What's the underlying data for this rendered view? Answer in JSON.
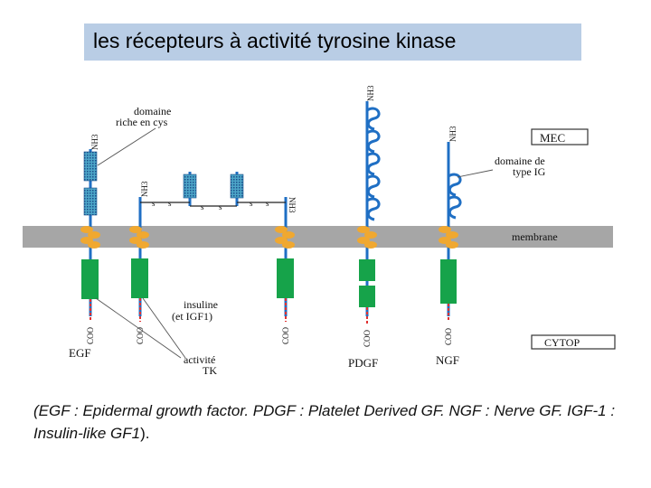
{
  "title": "les récepteurs à activité tyrosine kinase",
  "labels": {
    "cys_domain": [
      "domaine",
      "riche en cys"
    ],
    "mec": "MEC",
    "ig_domain": [
      "domaine de",
      "type IG"
    ],
    "membrane": "membrane",
    "insulin": [
      "insuline",
      "(et IGF1)"
    ],
    "tk_activity": [
      "activité",
      "TK"
    ],
    "cytop": "CYTOP",
    "egf": "EGF",
    "pdgf": "PDGF",
    "ngf": "NGF",
    "nh3": "NH3",
    "coo": "COO",
    "s": "s"
  },
  "colors": {
    "title_bg": "#b9cde5",
    "membrane": "#a6a6a6",
    "receptor": "#1f6fc4",
    "kinase": "#16a34a",
    "transmembrane": "#f0a830",
    "cys_domain": "#4da6c8",
    "coo_chain": "#e03030"
  },
  "caption": {
    "text": "(EGF : Epidermal growth factor. PDGF : Platelet Derived GF. NGF : Nerve GF. IGF-1 : Insulin-like GF1",
    "end": ")."
  }
}
